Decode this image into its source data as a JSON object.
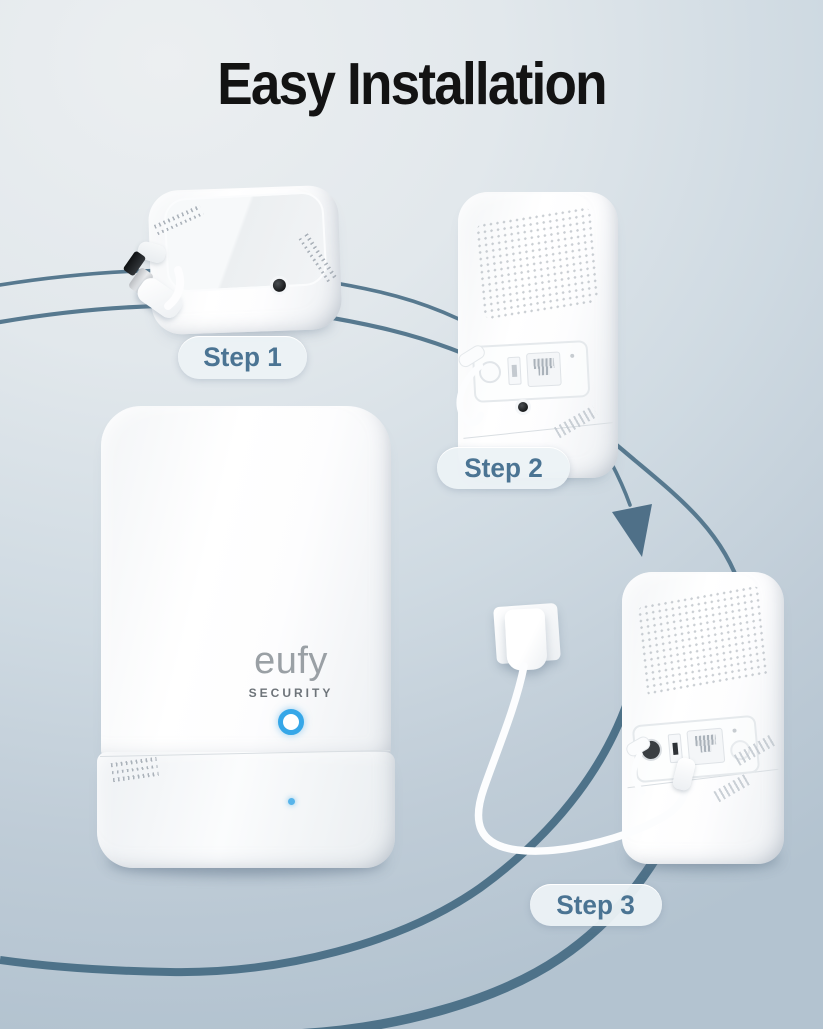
{
  "title": "Easy Installation",
  "steps": [
    {
      "label": "Step 1"
    },
    {
      "label": "Step 2"
    },
    {
      "label": "Step 3"
    }
  ],
  "device": {
    "brand": "eufy",
    "brand_sub": "SECURITY"
  },
  "colors": {
    "background_top": "#ecf0f2",
    "background_bottom": "#b3c3d0",
    "arc_blue": "#57798f",
    "arc_blue_dark": "#4e7289",
    "step_label_text": "#4b7493",
    "step_pill_background": "#ecf2f6",
    "title_text": "#131313",
    "led_ring_blue": "#36a7e8",
    "led_dot_blue": "#57b4ea",
    "brand_gray": "#9aa0a5",
    "brand_sub_gray": "#6e747a"
  }
}
